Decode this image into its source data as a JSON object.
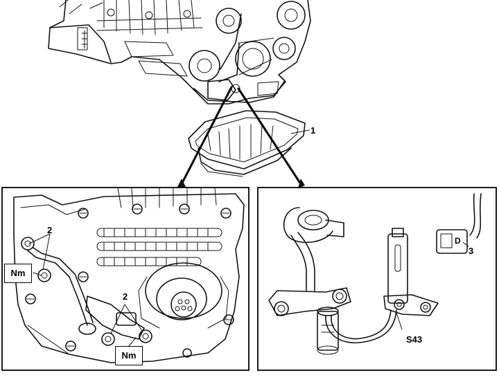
{
  "callouts": {
    "part_1": "1",
    "part_2_upper": "2",
    "part_2_lower": "2",
    "part_3": "3",
    "sensor_code": "S43",
    "connector_letter": "D"
  },
  "torque_labels": {
    "left": "Nm",
    "bottom": "Nm"
  }
}
